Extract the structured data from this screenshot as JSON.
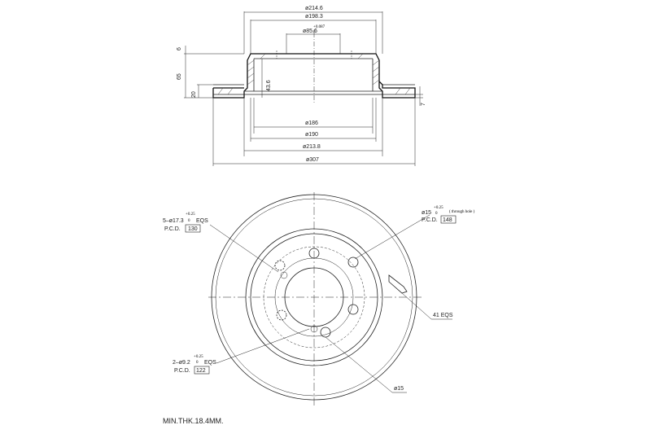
{
  "side_view": {
    "dia_outer_hat": "ø214.6",
    "dia_hat_inner": "ø198.3",
    "dia_center_bore": "ø85.6",
    "dia_center_bore_tol_upper": "+0.087",
    "dia_center_bore_tol_lower": "0",
    "dim_height_total": "65",
    "dim_flange": "6",
    "dim_rotor_thk": "20",
    "dim_offset": "43.6",
    "dim_vent": "7",
    "dia_186": "ø186",
    "dia_190": "ø190",
    "dia_213_8": "ø213.8",
    "dia_307": "ø307"
  },
  "front_view": {
    "bolt_holes_label": "5–ø17.3",
    "bolt_holes_tol_upper": "+0.25",
    "bolt_holes_tol_lower": "0",
    "bolt_holes_suffix": "EQS",
    "bolt_pcd_label": "P.C.D.",
    "bolt_pcd_value": "130",
    "through_hole_label": "ø15",
    "through_hole_tol_upper": "+0.25",
    "through_hole_tol_lower": "0",
    "through_hole_suffix": "( through hole )",
    "through_pcd_label": "P.C.D.",
    "through_pcd_value": "148",
    "small_holes_label": "2–ø9.2",
    "small_holes_tol_upper": "+0.25",
    "small_holes_tol_lower": "0",
    "small_holes_suffix": "EQS",
    "small_pcd_label": "P.C.D.",
    "small_pcd_value": "122",
    "slots_label": "41 EQS",
    "hole_15_label": "ø15"
  },
  "note": "MIN.THK.18.4MM."
}
